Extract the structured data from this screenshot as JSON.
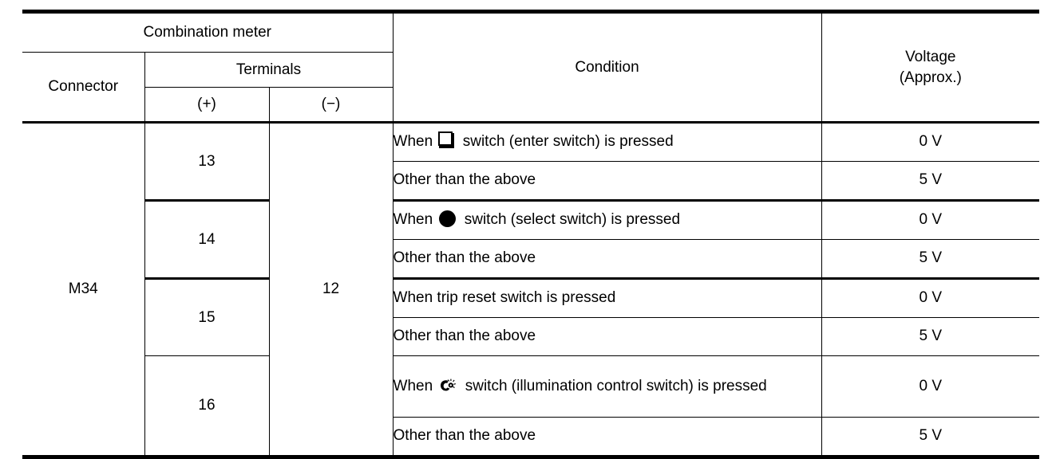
{
  "table": {
    "header": {
      "group_label": "Combination meter",
      "connector_label": "Connector",
      "terminals_label": "Terminals",
      "terminal_positive": "(+)",
      "terminal_negative": "(−)",
      "condition_label": "Condition",
      "voltage_label": "Voltage",
      "voltage_sub_label": "(Approx.)"
    },
    "connector": "M34",
    "terminal_negative_value": "12",
    "groups": [
      {
        "terminal": "13",
        "rows": [
          {
            "condition_prefix": "When",
            "icon": "enter-switch-icon",
            "condition_suffix": "switch (enter switch) is pressed",
            "voltage": "0 V"
          },
          {
            "condition_prefix": "Other than the above",
            "icon": null,
            "condition_suffix": "",
            "voltage": "5 V"
          }
        ]
      },
      {
        "terminal": "14",
        "rows": [
          {
            "condition_prefix": "When",
            "icon": "select-switch-icon",
            "condition_suffix": "switch (select switch) is pressed",
            "voltage": "0 V"
          },
          {
            "condition_prefix": "Other than the above",
            "icon": null,
            "condition_suffix": "",
            "voltage": "5 V"
          }
        ]
      },
      {
        "terminal": "15",
        "rows": [
          {
            "condition_prefix": "When trip reset switch is pressed",
            "icon": null,
            "condition_suffix": "",
            "voltage": "0 V"
          },
          {
            "condition_prefix": "Other than the above",
            "icon": null,
            "condition_suffix": "",
            "voltage": "5 V"
          }
        ]
      },
      {
        "terminal": "16",
        "rows": [
          {
            "condition_prefix": "When",
            "icon": "illumination-control-switch-icon",
            "condition_suffix": "switch (illumination control switch) is pressed",
            "voltage": "0 V"
          },
          {
            "condition_prefix": "Other than the above",
            "icon": null,
            "condition_suffix": "",
            "voltage": "5 V"
          }
        ]
      }
    ]
  },
  "colors": {
    "ink": "#000000",
    "paper": "#ffffff"
  }
}
